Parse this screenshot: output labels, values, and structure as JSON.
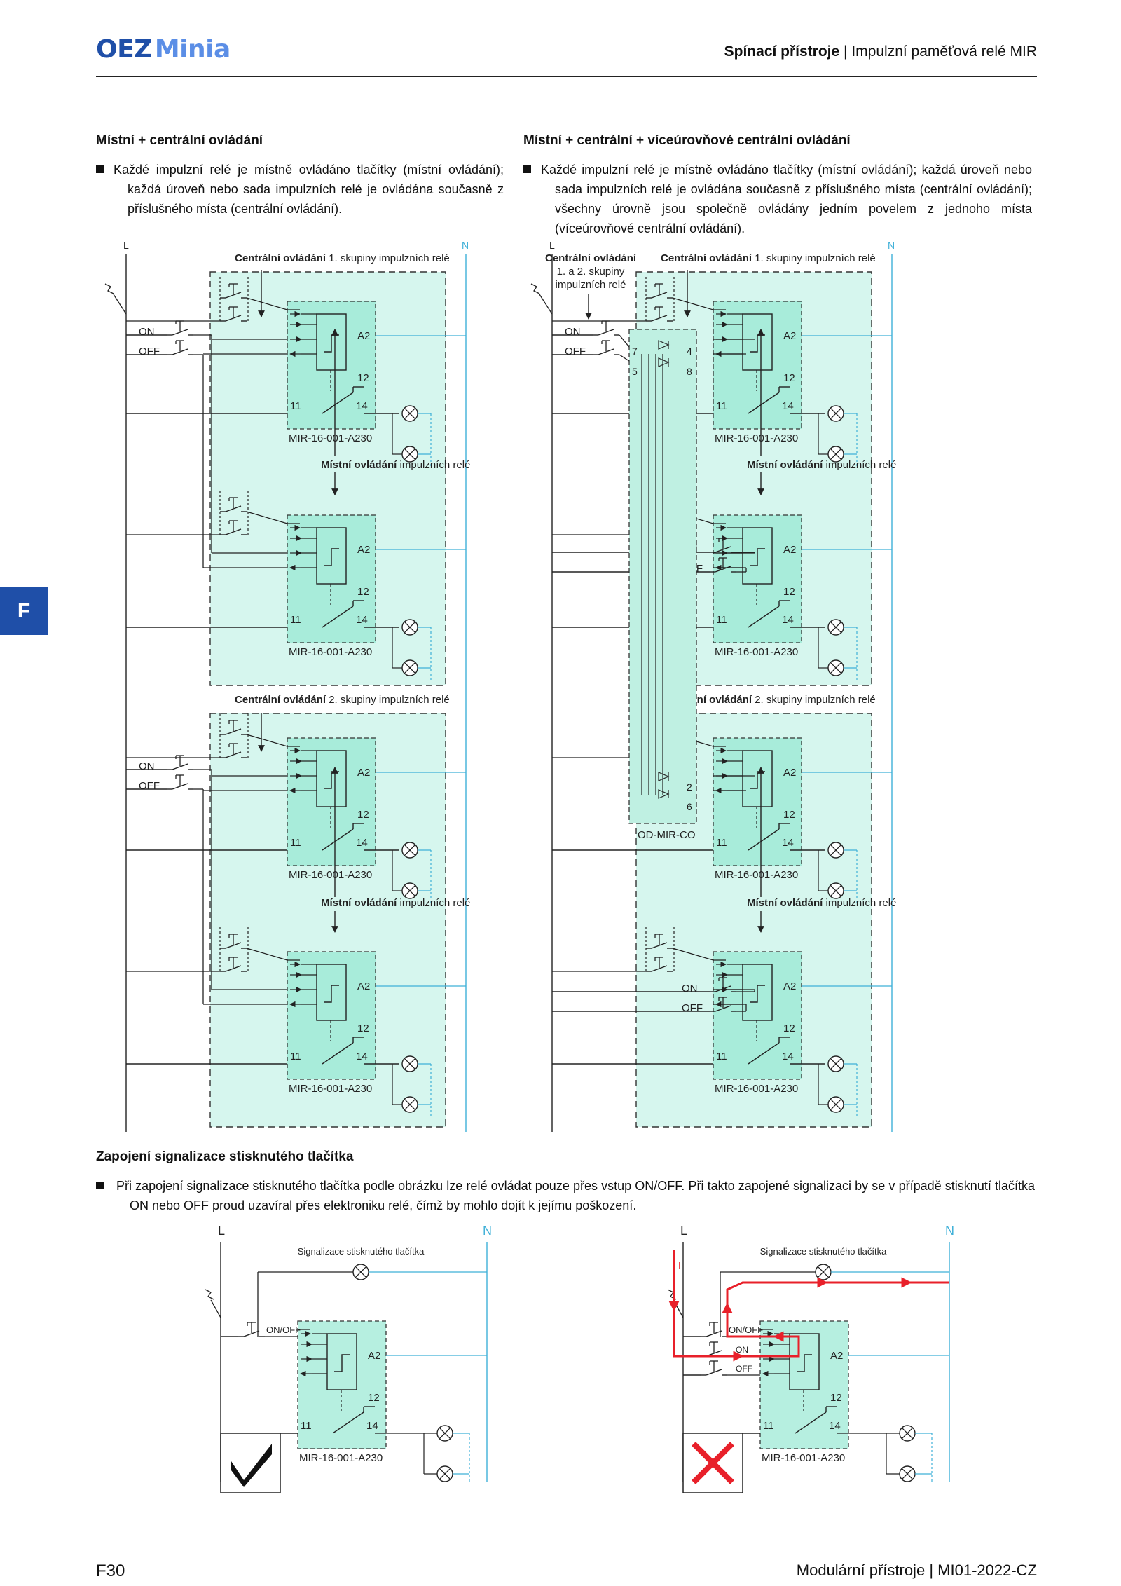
{
  "header": {
    "brand_oez": "OEZ",
    "brand_minia": "Minia",
    "section": "Spínací přístroje",
    "separator": "|",
    "subsection": "Impulzní paměťová relé MIR"
  },
  "side_tab": "F",
  "left_section": {
    "title": "Místní + centrální ovládání",
    "text": "Každé impulzní relé je místně ovládáno tlačítky (místní ovládání); každá úroveň nebo sada impulzních relé je ovládána současně z příslušného místa (centrální ovládání)."
  },
  "right_section": {
    "title": "Místní + centrální + víceúrovňové centrální ovládání",
    "text": "Každé impulzní relé je místně ovládáno tlačítky (místní ovládání); každá úroveň nebo sada impulzních relé je ovládána současně z příslušného místa (centrální ovládání); všechny úrovně jsou společně ovládány jedním povelem z jednoho místa (víceúrovňové centrální ovládání)."
  },
  "diagram_labels": {
    "L": "L",
    "N": "N",
    "central_bold": "Centrální ovládání",
    "group1": " 1. skupiny impulzních relé",
    "group2": " 2. skupiny impulzních relé",
    "local_bold": "Místní ovládání",
    "local_rest": " impulzních relé",
    "multi_line1": "1. a 2. skupiny",
    "multi_line2": "impulzních relé",
    "on": "ON",
    "off": "OFF",
    "a2": "A2",
    "t12": "12",
    "t11": "11",
    "t14": "14",
    "relay_model": "MIR-16-001-A230",
    "od_model": "OD-MIR-CO",
    "od_t7": "7",
    "od_t4": "4",
    "od_t5": "5",
    "od_t8": "8",
    "od_t2": "2",
    "od_t6": "6"
  },
  "signal_section": {
    "title": "Zapojení signalizace stisknutého tlačítka",
    "text": "Při zapojení signalizace stisknutého tlačítka podle obrázku lze relé ovládat pouze přes vstup ON/OFF. Při takto zapojené signalizaci by se v případě stisknutí tlačítka ON nebo OFF proud uzavíral přes elektroniku relé, čímž by mohlo dojít k jejímu poškození.",
    "lamp_label": "Signalizace stisknutého tlačítka",
    "onoff": "ON/OFF",
    "on": "ON",
    "off": "OFF",
    "current": "I",
    "ok_icon": "check-icon",
    "bad_icon": "cross-icon"
  },
  "colors": {
    "teal_fill": "#d6f6ee",
    "teal_block": "#bff0e2",
    "module_fill": "#8fe6cf",
    "neutral": "#3fb0d8",
    "current": "#e8202a",
    "brand": "#1f4fa8"
  },
  "footer": {
    "page": "F30",
    "catalog": "Modulární přístroje",
    "separator": "|",
    "code": "MI01-2022-CZ"
  }
}
